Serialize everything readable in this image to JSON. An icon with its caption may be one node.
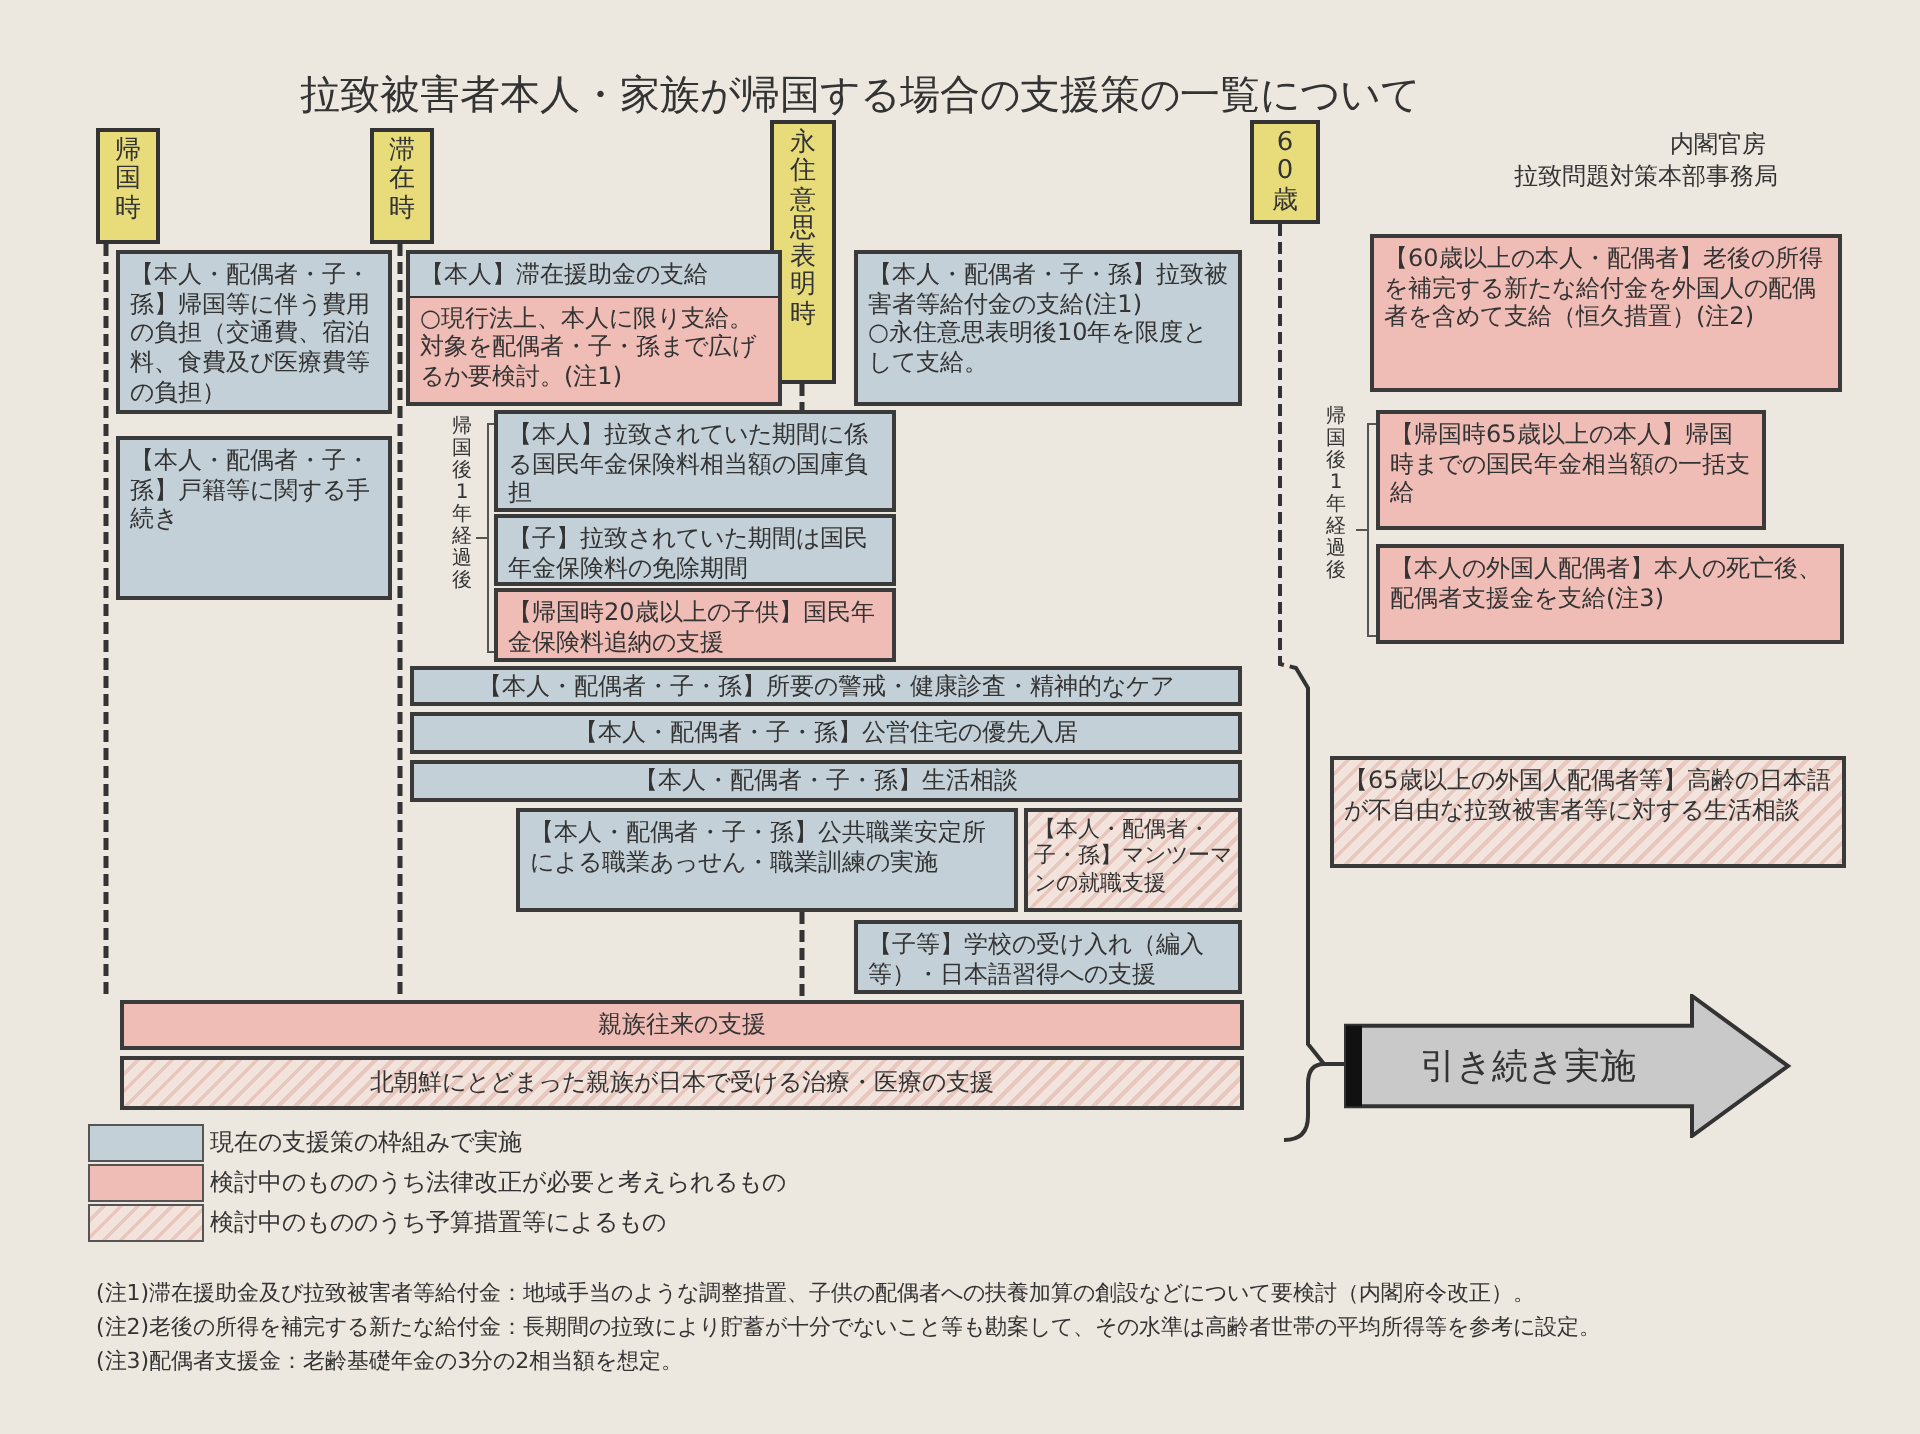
{
  "diagram": {
    "title": "拉致被害者本人・家族が帰国する場合の支援策の一覧について",
    "nodes": [
      {
        "text": [
          "帰国時"
        ]
      },
      {
        "text": [
          "滞在時"
        ]
      },
      {
        "text": [
          "永住意思表明時"
        ]
      },
      {
        "text": [
          "60歳"
        ]
      },
      {
        "text": [
          "【本人・配偶者・子・孫】帰国等に伴う費用の負担（交通費、宿泊料、食費及び医療費等の負担）"
        ]
      },
      {
        "text": [
          "【本人・配偶者・子・孫】戸籍等に関する手続き"
        ]
      },
      {
        "text": [
          "【本人】滞在援助金の支給",
          "○現行法上、本人に限り支給。対象を配偶者・子・孫まで広げるか要検討。(注1)"
        ]
      },
      {
        "text": [
          "【本人・配偶者・子・孫】拉致被害者等給付金の支給(注1)",
          "○永住意思表明後10年を限度として支給。"
        ]
      },
      {
        "text": [
          "【本人】拉致されていた期間に係る国民年金保険料相当額の国庫負担"
        ]
      },
      {
        "text": [
          "【子】拉致されていた期間は国民年金保険料の免除期間"
        ]
      },
      {
        "text": [
          "【帰国時20歳以上の子供】国民年金保険料追納の支援"
        ]
      },
      {
        "text": [
          "【本人・配偶者・子・孫】所要の警戒・健康診査・精神的なケア"
        ]
      },
      {
        "text": [
          "【本人・配偶者・子・孫】公営住宅の優先入居"
        ]
      },
      {
        "text": [
          "【本人・配偶者・子・孫】生活相談"
        ]
      },
      {
        "text": [
          "【本人・配偶者・子・孫】公共職業安定所による職業あっせん・職業訓練の実施"
        ]
      },
      {
        "text": [
          "【本人・配偶者・子・孫】マンツーマンの就職支援"
        ]
      },
      {
        "text": [
          "【子等】学校の受け入れ（編入等）・日本語習得への支援"
        ]
      },
      {
        "text": [
          "親族往来の支援"
        ]
      },
      {
        "text": [
          "北朝鮮にとどまった親族が日本で受ける治療・医療の支援"
        ]
      },
      {
        "text": [
          "【60歳以上の本人・配偶者】老後の所得を補完する新たな給付金を外国人の配偶者を含めて支給（恒久措置）(注2)"
        ]
      },
      {
        "text": [
          "【帰国時65歳以上の本人】帰国時までの国民年金相当額の一括支給"
        ]
      },
      {
        "text": [
          "【本人の外国人配偶者】本人の死亡後、配偶者支援金を支給(注3)"
        ]
      },
      {
        "text": [
          "【65歳以上の外国人配偶者等】高齢の日本語が不自由な拉致被害者等に対する生活相談"
        ]
      },
      {
        "text": [
          "引き続き実施"
        ]
      }
    ],
    "edges": [
      {
        "from": 0,
        "to": 17,
        "arrow": "none",
        "style": "dashed"
      },
      {
        "from": 1,
        "to": 17,
        "arrow": "none",
        "style": "dashed"
      },
      {
        "from": 2,
        "to": 8,
        "arrow": "none",
        "style": "dashed"
      },
      {
        "from": 14,
        "to": 17,
        "arrow": "none",
        "style": "dashed"
      },
      {
        "from": 3,
        "to": 23,
        "arrow": "none",
        "style": "dashed"
      }
    ],
    "labels": [
      "内閣官房",
      "拉致問題対策本部事務局",
      "帰国後1年経過後",
      "帰国後1年経過後",
      "(注1)滞在援助金及び拉致被害者等給付金：地域手当のような調整措置、子供の配偶者への扶養加算の創設などについて要検討（内閣府令改正）。",
      "(注2)老後の所得を補完する新たな給付金：長期間の拉致により貯蓄が十分でないこと等も勘案して、その水準は高齢者世帯の平均所得等を参考に設定。",
      "(注3)配偶者支援金：老齢基礎年金の3分の2相当額を想定。"
    ],
    "legend": [
      {
        "text": "現在の支援策の枠組みで実施",
        "color": "#c3d0d8"
      },
      {
        "text": "検討中のもののうち法律改正が必要と考えられるもの",
        "color": "#efbcb6"
      },
      {
        "text": "検討中のもののうち予算措置等によるもの"
      }
    ]
  }
}
